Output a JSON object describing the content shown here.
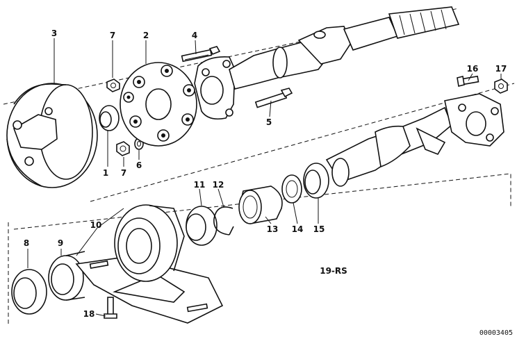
{
  "diagram": {
    "callouts": [
      "1",
      "2",
      "3",
      "4",
      "5",
      "6",
      "7",
      "7",
      "8",
      "9",
      "10",
      "11",
      "12",
      "13",
      "14",
      "15",
      "16",
      "17",
      "18"
    ],
    "reference": "19-RS",
    "code": "00003405"
  }
}
